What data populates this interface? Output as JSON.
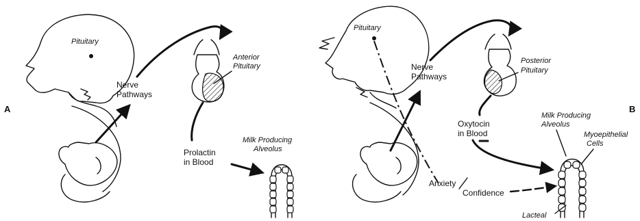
{
  "panel_a": {
    "letter": "A",
    "pituitary_label": "Pituitary",
    "nerve_label_1": "Nerve",
    "nerve_label_2": "Pathways",
    "gland_label_1": "Anterior",
    "gland_label_2": "Pituitary",
    "hormone_label_1": "Prolactin",
    "hormone_label_2": "in Blood",
    "alveolus_label_1": "Milk Producing",
    "alveolus_label_2": "Alveolus"
  },
  "panel_b": {
    "letter": "B",
    "pituitary_label": "Pituitary",
    "nerve_label_1": "Nerve",
    "nerve_label_2": "Pathways",
    "gland_label_1": "Posterior",
    "gland_label_2": "Pituitary",
    "hormone_label_1": "Oxytocin",
    "hormone_label_2": "in Blood",
    "alveolus_label_1": "Milk Producing",
    "alveolus_label_2": "Alveolus",
    "cells_label_1": "Myoepithelial",
    "cells_label_2": "Cells",
    "anxiety_label": "Anxiety",
    "confidence_label": "Confidence",
    "lacteal_label": "Lacteal"
  }
}
